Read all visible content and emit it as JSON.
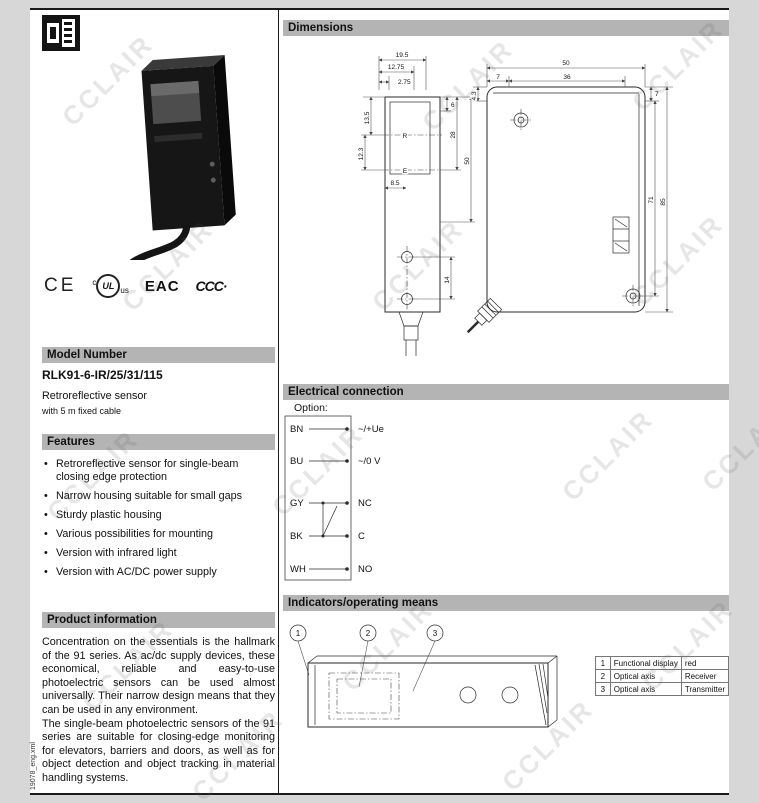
{
  "page": {
    "watermark": "CCLAIR",
    "side_code": "19078_eng.xml"
  },
  "colors": {
    "header_bar": "#b4b4b4",
    "page_bg": "#ffffff",
    "outer_bg": "#d7d7d7",
    "text": "#111111"
  },
  "certifications": {
    "ce": "CE",
    "ul_prefix": "c",
    "ul": "UL",
    "ul_suffix": "us",
    "eac": "EAC",
    "ccc": "CCC·"
  },
  "model": {
    "header": "Model Number",
    "number": "RLK91-6-IR/25/31/115",
    "description": "Retroreflective sensor",
    "cable_note": "with 5 m fixed cable"
  },
  "features": {
    "header": "Features",
    "items": [
      "Retroreflective sensor for single-beam closing edge protection",
      "Narrow housing suitable for small gaps",
      "Sturdy plastic housing",
      "Various possibilities for mounting",
      "Version with infrared light",
      "Version with AC/DC power supply"
    ]
  },
  "product_info": {
    "header": "Product information",
    "paragraph1": "Concentration on the essentials is the hallmark of the 91 series. As ac/dc supply devices, these economical, reliable and easy-to-use photoelectric sensors can be used almost universally. Their narrow design means that they can be used in any environment.",
    "paragraph2": "The single-beam photoelectric sensors of the 91 series are suitable for closing-edge monitoring for elevators, barriers and doors, as well as for object detection and object tracking in material handling systems."
  },
  "dimensions": {
    "header": "Dimensions",
    "front": {
      "width_total": "19.5",
      "width_mid": "12.75",
      "width_small": "2.75",
      "top_offset": "6",
      "axis_r_offset": "13.5",
      "axis_e_offset": "12.3",
      "optics_height": "28",
      "body_half": "50",
      "bottom_offset": "8.5",
      "hole_spacing": "14",
      "receiver_label": "R",
      "emitter_label": "E"
    },
    "side": {
      "depth_total": "50",
      "front_offset": "7",
      "hole_offset": "36",
      "lip": "4.3",
      "top_offset": "7",
      "hole_height": "71",
      "height_total": "85"
    }
  },
  "electrical": {
    "header": "Electrical connection",
    "option_label": "Option:",
    "wires": [
      "BN",
      "BU",
      "GY",
      "BK",
      "WH"
    ],
    "terminals": [
      "~/+Ue",
      "~/0 V",
      "NC",
      "C",
      "NO"
    ]
  },
  "indicators": {
    "header": "Indicators/operating means",
    "callouts": [
      "1",
      "2",
      "3"
    ],
    "legend": [
      {
        "num": "1",
        "label": "Functional display",
        "value": "red"
      },
      {
        "num": "2",
        "label": "Optical axis",
        "value": "Receiver"
      },
      {
        "num": "3",
        "label": "Optical axis",
        "value": "Transmitter"
      }
    ]
  }
}
